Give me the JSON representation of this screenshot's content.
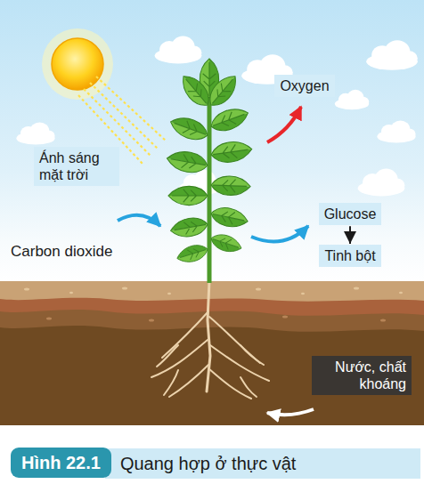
{
  "diagram": {
    "caption": "Quang hợp ở thực vật",
    "nodes": [
      {
        "text": [
          "Oxygen"
        ]
      },
      {
        "text": [
          "Ánh sáng mặt trời"
        ]
      },
      {
        "text": [
          "Glucose"
        ]
      },
      {
        "text": [
          "Tinh bột"
        ]
      },
      {
        "text": [
          "Nước, chất khoáng"
        ]
      }
    ],
    "edges": [
      {
        "from": 2,
        "to": 3,
        "arrow": "to"
      }
    ],
    "labels": [
      "Carbon dioxide",
      "Hình 22.1"
    ]
  }
}
